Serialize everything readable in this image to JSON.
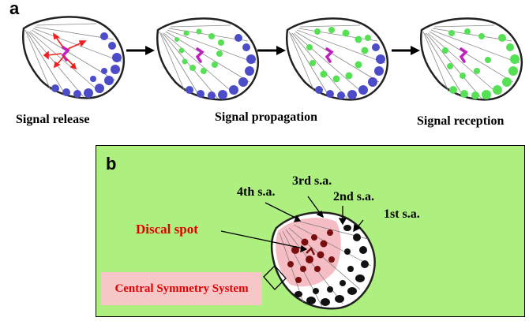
{
  "panel_a": {
    "letter": "a",
    "captions": [
      "Signal release",
      "Signal propagation",
      "Signal reception"
    ]
  },
  "panel_b": {
    "letter": "b",
    "labels": {
      "sa4": "4th s.a.",
      "sa3": "3rd s.a.",
      "sa2": "2nd s.a.",
      "sa1": "1st s.a.",
      "discal": "Discal spot",
      "central": "Central Symmetry System"
    }
  },
  "colors": {
    "border_spot": "#4c4cc8",
    "signal": "#55e055",
    "focus": "#c020c0",
    "release_arrow": "#ee2020",
    "panel_b_bg": "#aef07f",
    "central_bg": "#f7c6c6",
    "label_red": "#e00000",
    "discal_spot": "#7a0e0e"
  }
}
